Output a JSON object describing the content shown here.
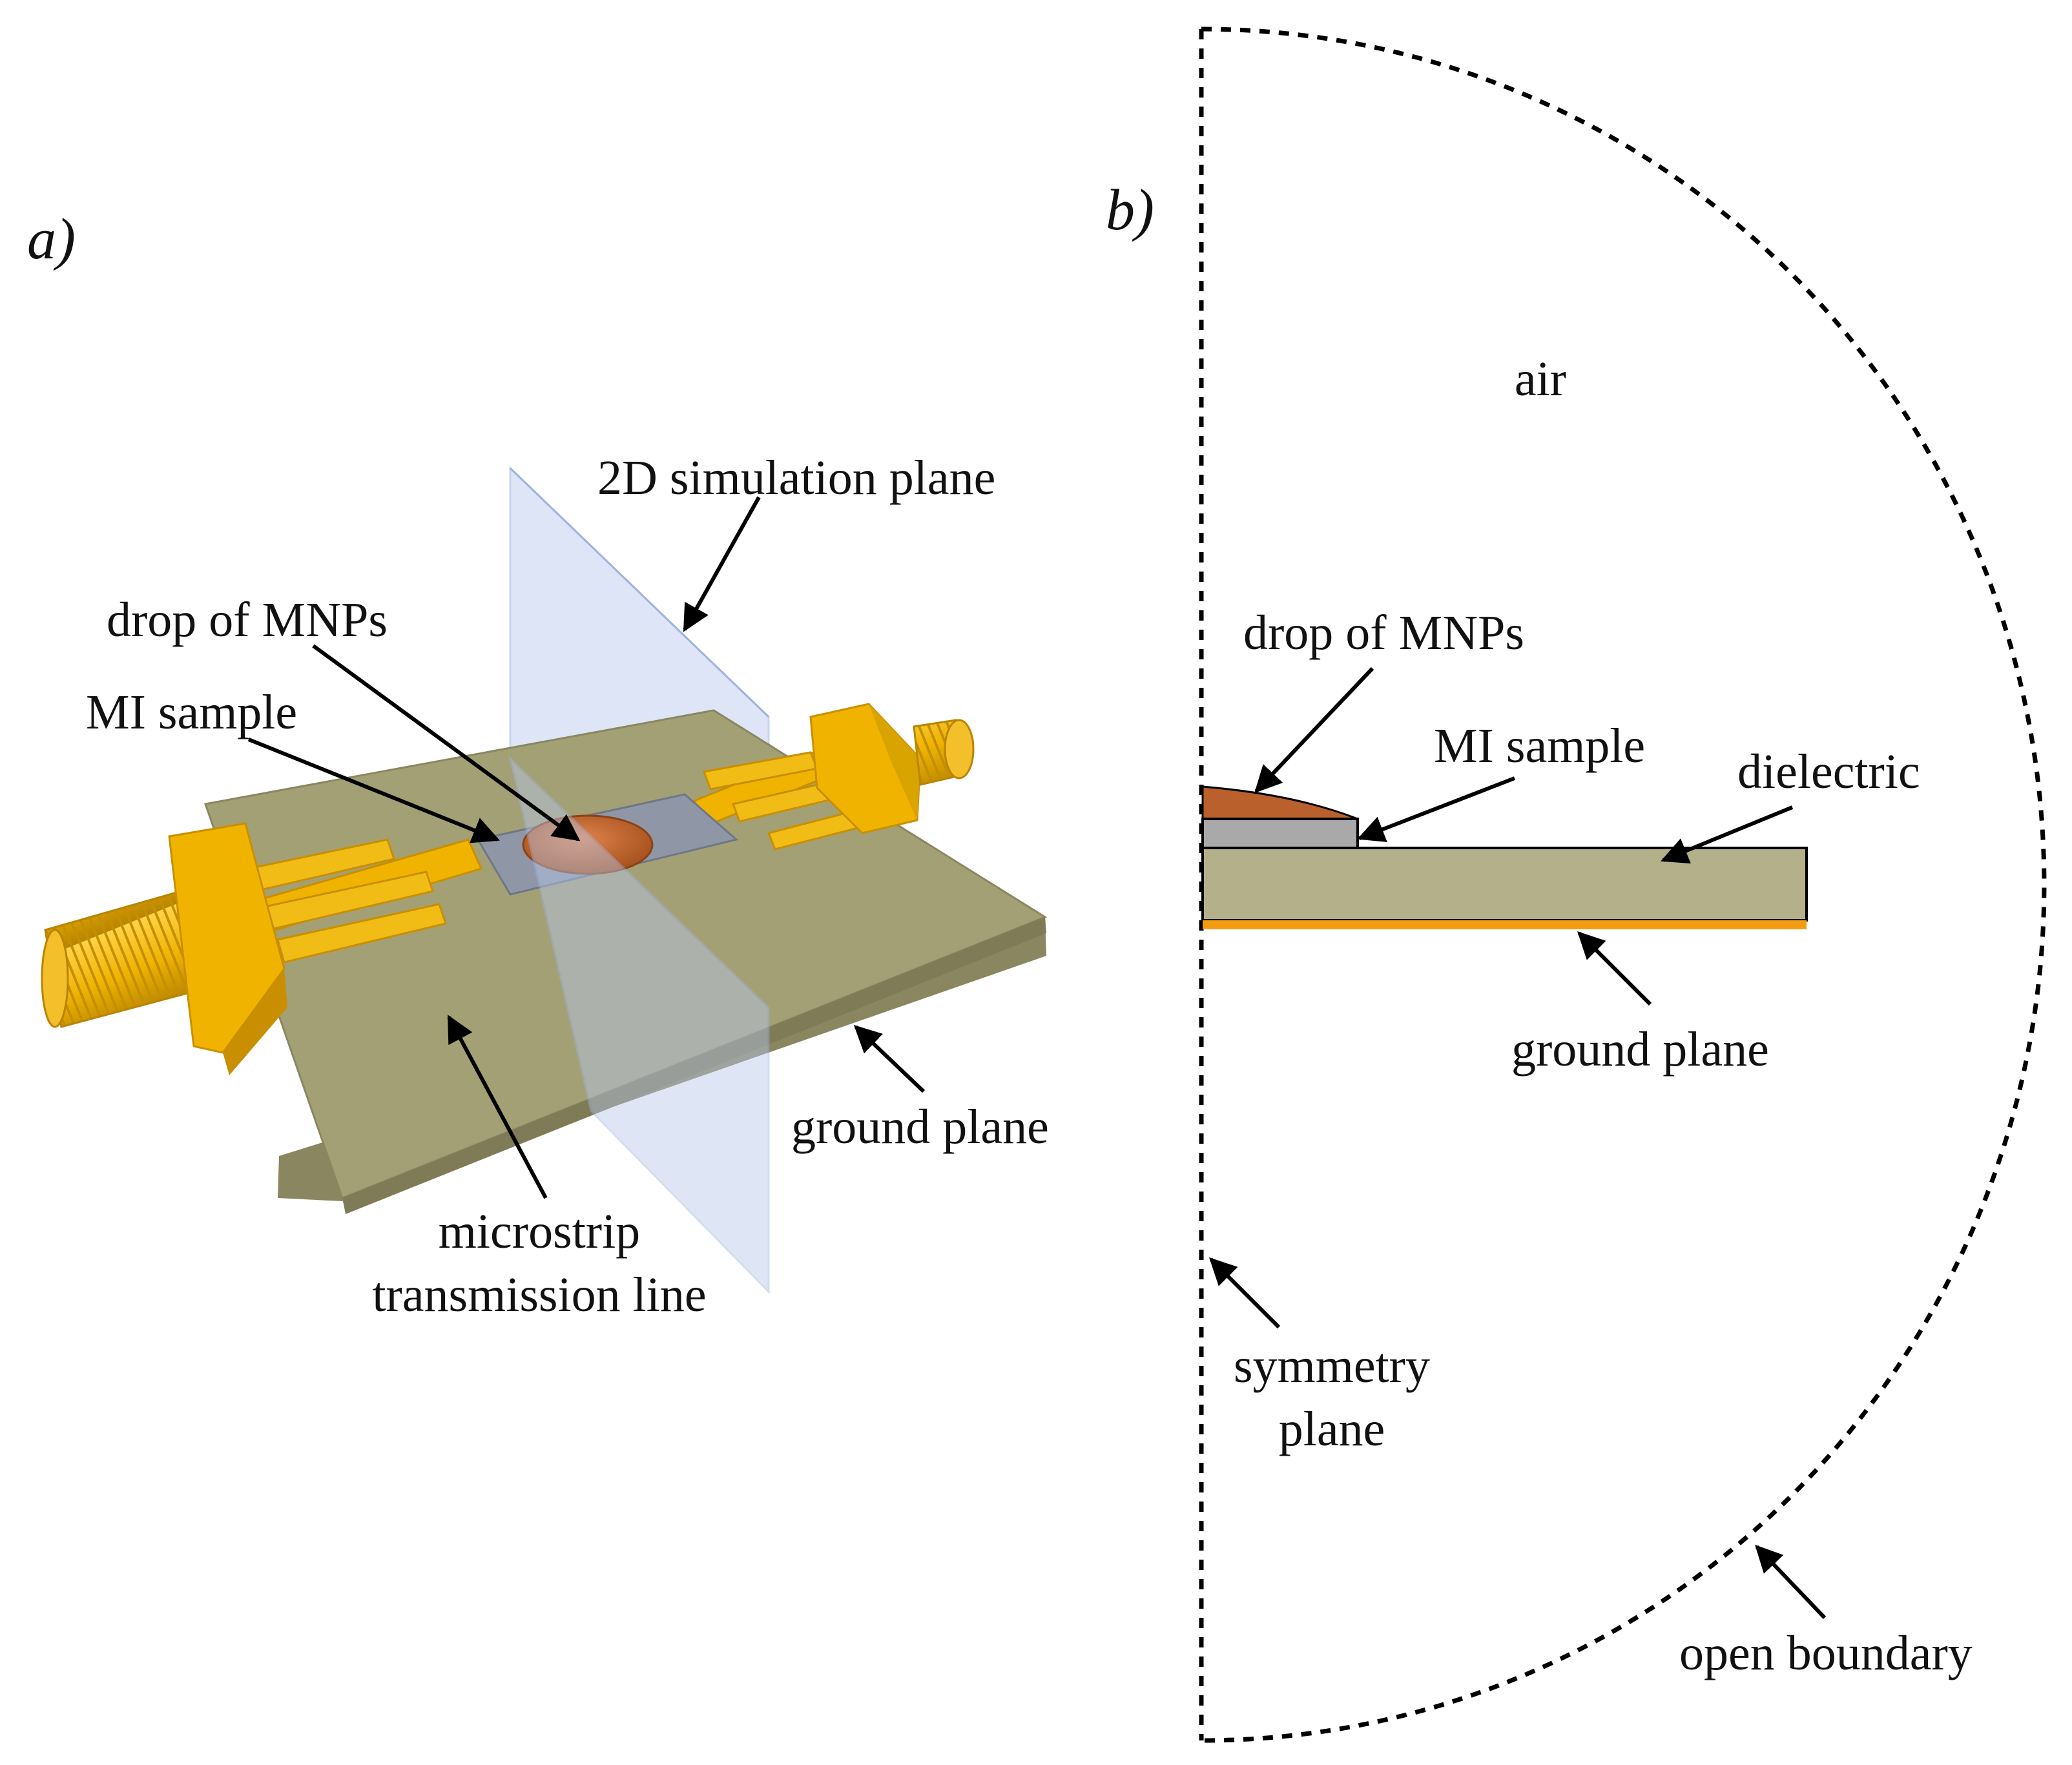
{
  "panel_a": {
    "letter": "a)",
    "labels": {
      "sim_plane": "2D simulation plane",
      "drop": "drop of MNPs",
      "mi_sample": "MI sample",
      "ground_plane": "ground plane",
      "microstrip_1": "microstrip",
      "microstrip_2": "transmission line"
    }
  },
  "panel_b": {
    "letter": "b)",
    "labels": {
      "air": "air",
      "drop": "drop of MNPs",
      "mi_sample": "MI sample",
      "dielectric": "dielectric",
      "ground_plane": "ground plane",
      "symmetry_1": "symmetry",
      "symmetry_2": "plane",
      "open_boundary": "open boundary"
    }
  },
  "colors": {
    "gold": "#f0b400",
    "gold_dark": "#c98f00",
    "board": "#9e9a6e",
    "board_top": "#a8a57b",
    "sim_plane": "#b8c8ec",
    "mi_sample_a": "#8f97a6",
    "mi_sample_b": "#a9a9a9",
    "drop": "#c0652a",
    "dielectric_b": "#b3b08a",
    "ground_b": "#f39c12"
  }
}
